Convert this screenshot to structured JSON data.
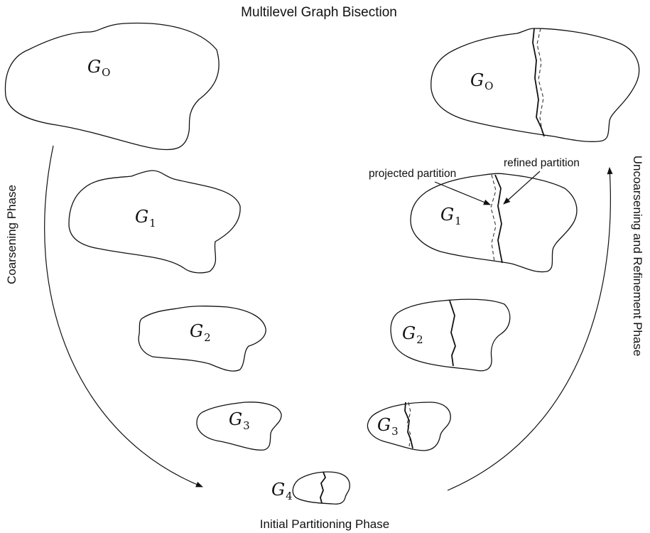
{
  "title": "Multilevel Graph Bisection",
  "phases": {
    "coarsening": "Coarsening Phase",
    "initial": "Initial Partitioning Phase",
    "uncoarsening": "Uncoarsening and Refinement Phase"
  },
  "annotations": {
    "projected": "projected partition",
    "refined": "refined partition"
  },
  "graphs": {
    "left": [
      {
        "letter": "G",
        "sub": "O"
      },
      {
        "letter": "G",
        "sub": "1"
      },
      {
        "letter": "G",
        "sub": "2"
      },
      {
        "letter": "G",
        "sub": "3"
      }
    ],
    "bottom": {
      "letter": "G",
      "sub": "4"
    },
    "right": [
      {
        "letter": "G",
        "sub": "O"
      },
      {
        "letter": "G",
        "sub": "1"
      },
      {
        "letter": "G",
        "sub": "2"
      },
      {
        "letter": "G",
        "sub": "3"
      }
    ]
  }
}
